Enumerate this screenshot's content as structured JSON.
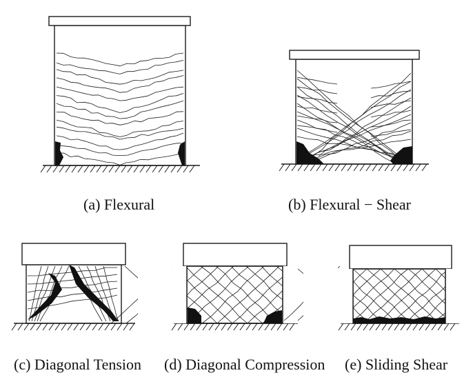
{
  "figure": {
    "panels": [
      {
        "id": "a",
        "caption": "(a) Flexural"
      },
      {
        "id": "b",
        "caption": "(b) Flexural − Shear"
      },
      {
        "id": "c",
        "caption": "(c) Diagonal Tension"
      },
      {
        "id": "d",
        "caption": "(d) Diagonal Compression"
      },
      {
        "id": "e",
        "caption": "(e) Sliding Shear"
      }
    ],
    "colors": {
      "line": "#1a1a1a",
      "damage": "#111111",
      "background": "#ffffff"
    }
  }
}
